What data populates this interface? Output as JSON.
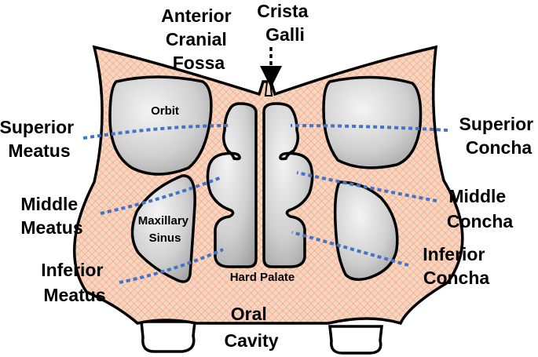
{
  "labels": {
    "anterior_cranial_fossa": [
      "Anterior",
      "Cranial",
      "Fossa"
    ],
    "crista_galli": [
      "Crista",
      "Galli"
    ],
    "orbit": "Orbit",
    "superior_meatus": [
      "Superior",
      "Meatus"
    ],
    "superior_concha": [
      "Superior",
      "Concha"
    ],
    "middle_meatus": [
      "Middle",
      "Meatus"
    ],
    "middle_concha": [
      "Middle",
      "Concha"
    ],
    "maxillary_sinus": [
      "Maxillary",
      "Sinus"
    ],
    "inferior_meatus": [
      "Inferior",
      "Meatus"
    ],
    "inferior_concha": [
      "Inferior",
      "Concha"
    ],
    "hard_palate": "Hard Palate",
    "oral_cavity": [
      "Oral",
      "Cavity"
    ]
  },
  "colors": {
    "bone": "#f8d5c0",
    "bone_hatch": "#f0a988",
    "cavity_light": "#f4f4f4",
    "cavity_dark": "#9a9a9a",
    "pointer": "#4472c4",
    "tooth": "#ffffff"
  }
}
